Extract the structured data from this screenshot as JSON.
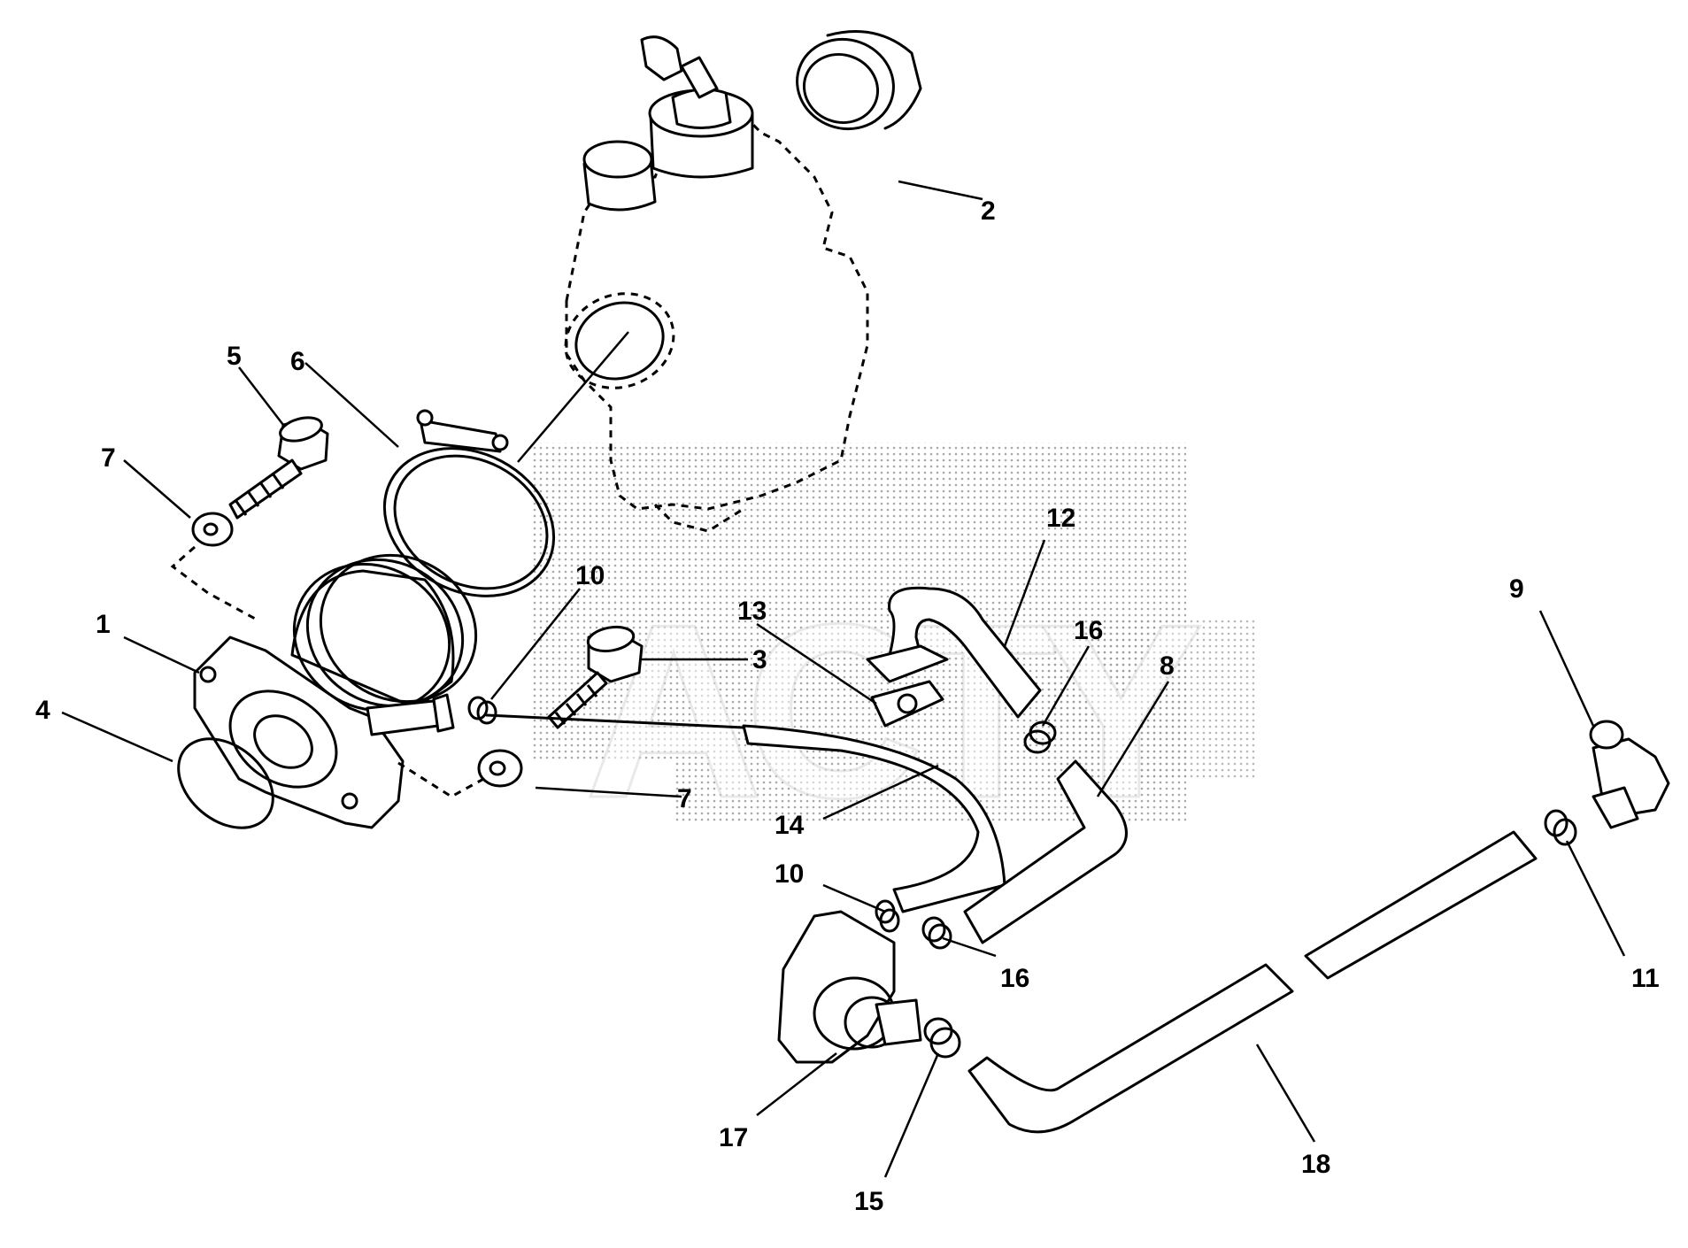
{
  "watermark_text": "ACTY",
  "callouts": [
    {
      "id": "c1",
      "label": "1"
    },
    {
      "id": "c2",
      "label": "2"
    },
    {
      "id": "c3",
      "label": "3"
    },
    {
      "id": "c4",
      "label": "4"
    },
    {
      "id": "c5",
      "label": "5"
    },
    {
      "id": "c6",
      "label": "6"
    },
    {
      "id": "c7a",
      "label": "7"
    },
    {
      "id": "c7b",
      "label": "7"
    },
    {
      "id": "c8",
      "label": "8"
    },
    {
      "id": "c9",
      "label": "9"
    },
    {
      "id": "c10a",
      "label": "10"
    },
    {
      "id": "c10b",
      "label": "10"
    },
    {
      "id": "c11",
      "label": "11"
    },
    {
      "id": "c12",
      "label": "12"
    },
    {
      "id": "c13",
      "label": "13"
    },
    {
      "id": "c14",
      "label": "14"
    },
    {
      "id": "c15",
      "label": "15"
    },
    {
      "id": "c16a",
      "label": "16"
    },
    {
      "id": "c16b",
      "label": "16"
    },
    {
      "id": "c17",
      "label": "17"
    },
    {
      "id": "c18",
      "label": "18"
    }
  ]
}
